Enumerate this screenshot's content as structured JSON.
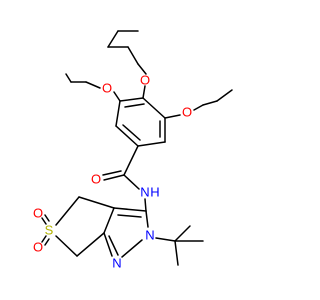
{
  "molecule": {
    "colors": {
      "bond": "#000000",
      "oxygen": "#ff0000",
      "nitrogen": "#0000ff",
      "sulfur": "#b3b300",
      "background": "#ffffff"
    },
    "atoms": {
      "o_top": "O",
      "o_left": "O",
      "o_right": "O",
      "o_carbonyl": "O",
      "n_amide": "N",
      "h_amide": "H",
      "n_pyrazole_2": "N",
      "n_pyrazole_1": "N",
      "s_sulfone": "S",
      "o_sulfone_top": "O",
      "o_sulfone_bottom": "O"
    }
  }
}
